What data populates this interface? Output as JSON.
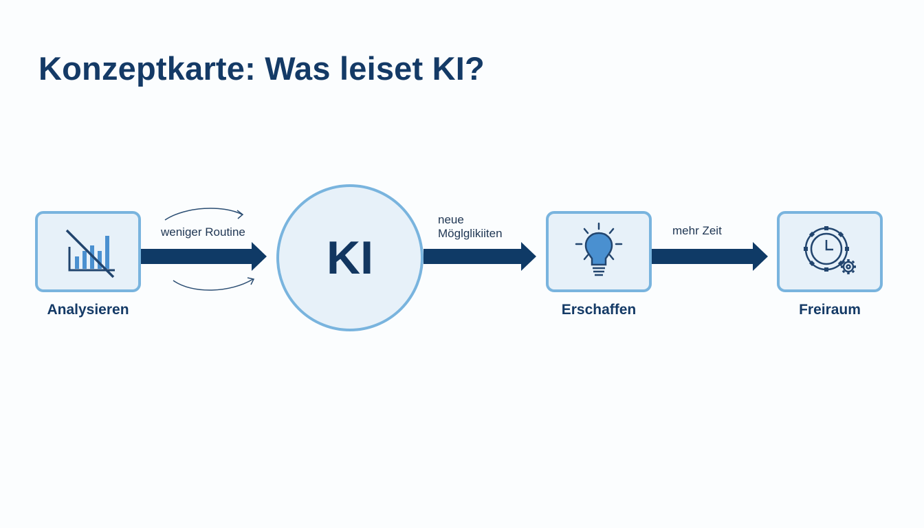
{
  "title": "Konzeptkarte: Was leiset KI?",
  "center": {
    "label": "KI"
  },
  "nodes": {
    "analysieren": {
      "label": "Analysieren",
      "icon": "crossed-bar-chart-icon"
    },
    "erschaffen": {
      "label": "Erschaffen",
      "icon": "lightbulb-icon"
    },
    "freiraum": {
      "label": "Freiraum",
      "icon": "clock-gear-icon"
    }
  },
  "edges": {
    "routine": {
      "label": "weniger Routine"
    },
    "moeglichkeiten": {
      "line1": "neue",
      "line2": "Möglglikiiten"
    },
    "zeit": {
      "label": "mehr Zeit"
    }
  },
  "colors": {
    "title": "#143a66",
    "arrow": "#0f3a66",
    "box_fill": "#e7f1f9",
    "box_border": "#79b4de",
    "icon_accent": "#4a90d0"
  }
}
